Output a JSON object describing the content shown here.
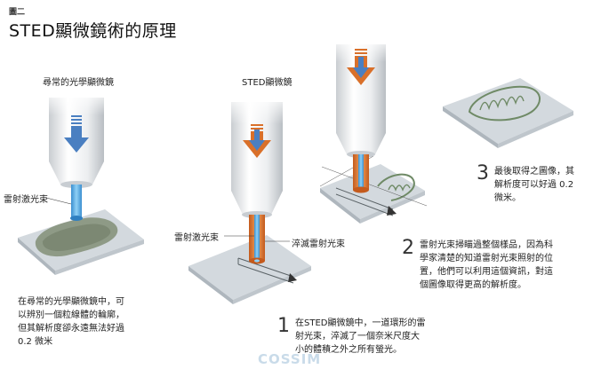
{
  "figure_label": "圖二",
  "title": "STED顯微鏡術的原理",
  "panels": {
    "conventional": {
      "heading": "尋常的光學顯微鏡",
      "beam_label": "雷射激光束",
      "caption_lines": [
        "在尋常的光學顯微鏡中，可",
        "以辨別一個粒線體的輪廓，",
        "但其解析度卻永遠無法好過",
        "0.2 微米"
      ]
    },
    "sted": {
      "heading": "STED顯微鏡",
      "beam_label": "雷射激光束",
      "quench_label": "淬滅雷射光束"
    }
  },
  "steps": [
    {
      "number": "1",
      "lines": [
        "在STED顯微鏡中，一道環形的雷",
        "射光束，淬滅了一個奈米尺度大",
        "小的體積之外之所有螢光。"
      ]
    },
    {
      "number": "2",
      "lines": [
        "雷射光束掃瞄過整個樣品，因為科",
        "學家清楚的知道雷射光束照射的位",
        "置，他們可以利用這個資訊，對這",
        "個圖像取得更高的解析度。"
      ]
    },
    {
      "number": "3",
      "lines": [
        "最後取得之圖像，其",
        "解析度可以好過 0.2",
        "微米。"
      ]
    }
  ],
  "watermark": "COSSIM",
  "colors": {
    "blue_arrow": "#4a7fc1",
    "orange_arrow": "#d9702a",
    "slide": "#d3d9de",
    "beam_blue": "#5aa9dd",
    "beam_orange": "#e07a2e"
  }
}
